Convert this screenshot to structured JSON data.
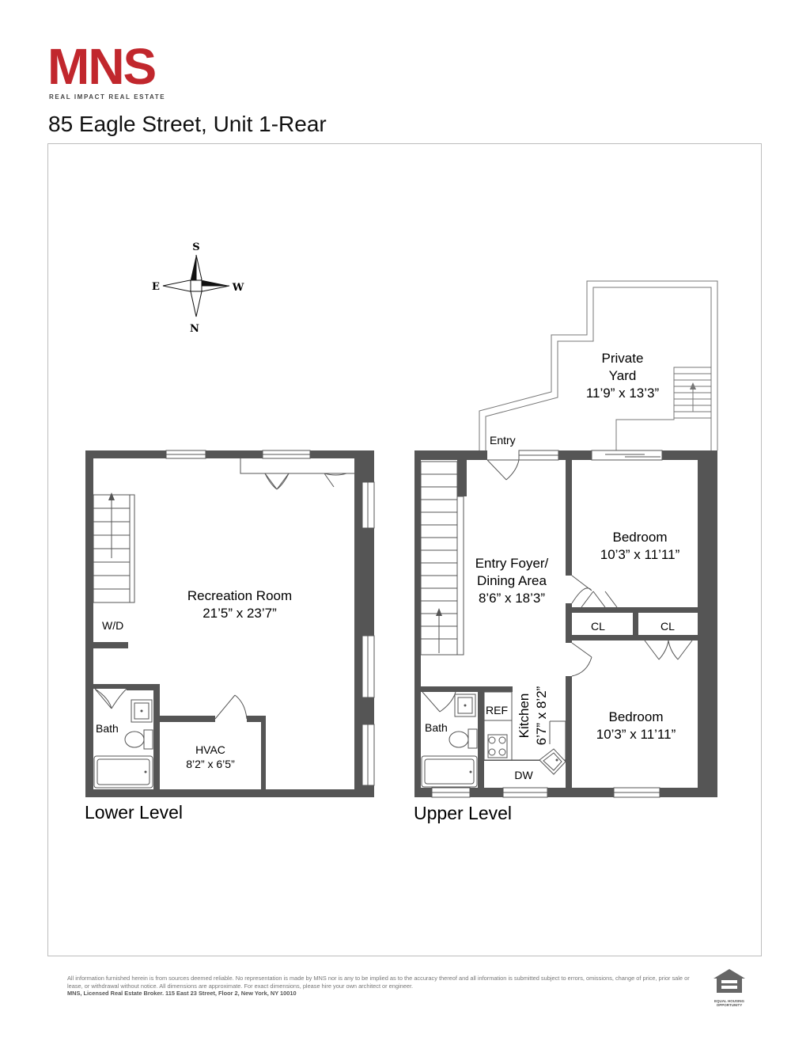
{
  "brand": {
    "logo": "MNS",
    "tagline": "REAL IMPACT REAL ESTATE",
    "accent_color": "#c1272d"
  },
  "property": {
    "address": "85 Eagle Street, Unit 1-Rear"
  },
  "compass": {
    "top": "S",
    "bottom": "N",
    "left": "E",
    "right": "W"
  },
  "lower_level": {
    "title": "Lower Level",
    "recreation_room": {
      "name": "Recreation Room",
      "dims": "21’5” x 23’7”"
    },
    "wd": "W/D",
    "bath": "Bath",
    "hvac": {
      "name": "HVAC",
      "dims": "8’2” x 6’5”"
    }
  },
  "upper_level": {
    "title": "Upper Level",
    "private_yard": {
      "line1": "Private",
      "line2": "Yard",
      "dims": "11’9” x 13’3”"
    },
    "entry": "Entry",
    "entry_foyer": {
      "line1": "Entry Foyer/",
      "line2": "Dining Area",
      "dims": "8’6” x 18’3”"
    },
    "bedroom_1": {
      "name": "Bedroom",
      "dims": "10’3” x 11’11”"
    },
    "bedroom_2": {
      "name": "Bedroom",
      "dims": "10’3” x 11’11”"
    },
    "closet_1": "CL",
    "closet_2": "CL",
    "bath": "Bath",
    "ref": "REF",
    "kitchen": {
      "name": "Kitchen",
      "dims": "6’7” x 8’2”"
    },
    "dw": "DW"
  },
  "footer": {
    "disclaimer": "All information furnished herein is from sources deemed reliable. No representation is made by MNS nor is any to be implied as to the accuracy thereof and all information is submitted subject to errors, omissions, change of price, prior sale or lease, or withdrawal without notice. All dimensions are approximate. For exact dimensions, please hire your own architect or engineer.",
    "broker": "MNS, Licensed Real Estate Broker. 115 East 23 Street, Floor 2, New York, NY 10010",
    "eho_caption": "EQUAL HOUSING OPPORTUNITY"
  }
}
